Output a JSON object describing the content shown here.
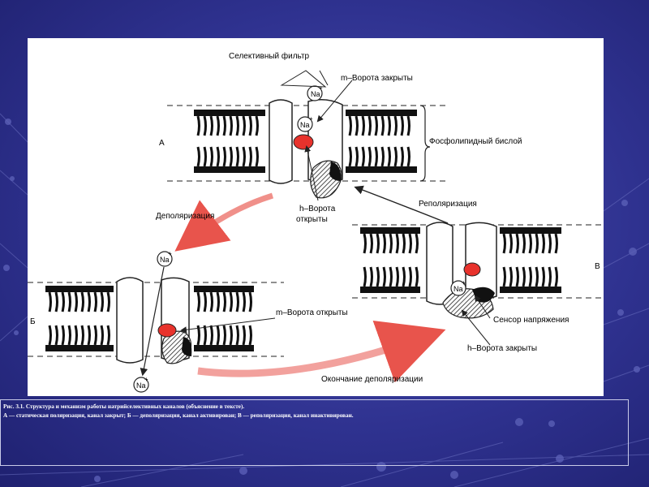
{
  "labels": {
    "selective_filter": "Селективный фильтр",
    "m_gate_closed": "m–Ворота закрыты",
    "phospholipid_bilayer": "Фосфолипидный бислой",
    "state_a": "А",
    "state_b": "Б",
    "state_c": "В",
    "depolarization": "Деполяризация",
    "h_gate_open_line1": "h–Ворота",
    "h_gate_open_line2": "открыты",
    "repolarization": "Реполяризация",
    "m_gate_open": "m–Ворота открыты",
    "voltage_sensor": "Сенсор напряжения",
    "h_gate_closed": "h–Ворота закрыты",
    "end_of_depolarization": "Окончание деполяризации",
    "na_ion": "Na",
    "na_charge": "+"
  },
  "caption": {
    "line1": "Рис. 3.1. Структура и механизм работы натрийселективных каналов (объяснение в тексте).",
    "line2": "А — статическая поляризация, канал закрыт; Б — деполяризация, канал активирован; В — реполяризация, канал инактивирован."
  },
  "colors": {
    "background": "#2f3290",
    "figure_background": "#ffffff",
    "m_gate": "#e8322c",
    "arrow_red": "#e8544c",
    "caption_text": "#ffffff"
  }
}
